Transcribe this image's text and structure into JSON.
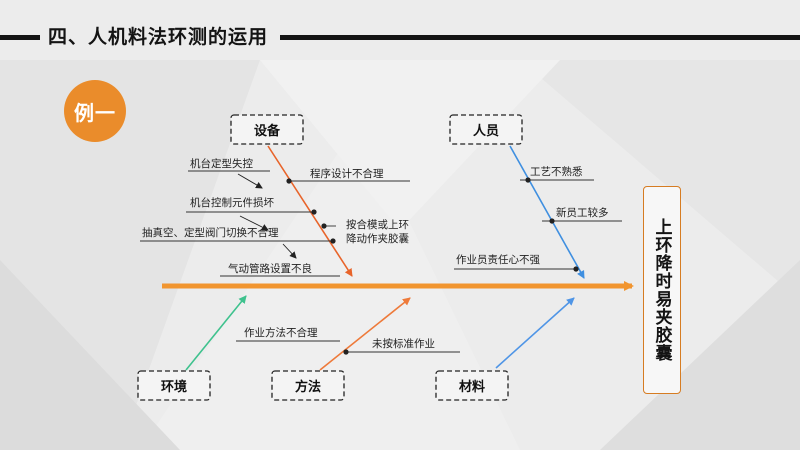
{
  "header": {
    "title": "四、人机料法环测的运用"
  },
  "badge": {
    "label": "例一"
  },
  "effect": {
    "text": "上环降时易夹胶囊"
  },
  "categories": {
    "equipment": "设备",
    "personnel": "人员",
    "environment": "环境",
    "method": "方法",
    "material": "材料"
  },
  "causes": {
    "equipment": [
      "机台定型失控",
      "程序设计不合理",
      "机台控制元件损坏",
      "按合模或上环降动作夹胶囊",
      "抽真空、定型阀门切换不合理",
      "气动管路设置不良"
    ],
    "personnel": [
      "工艺不熟悉",
      "新员工较多",
      "作业员责任心不强"
    ],
    "method": [
      "作业方法不合理",
      "未按标准作业"
    ]
  },
  "colors": {
    "spine": "#f1952f",
    "equipment_bone": "#e8642a",
    "personnel_bone": "#3f8fe0",
    "environment_bone": "#3fc28e",
    "method_bone": "#ee7a3a",
    "material_bone": "#4f95e6",
    "effect_border": "#d67c22",
    "badge": "#ea8c2b"
  }
}
